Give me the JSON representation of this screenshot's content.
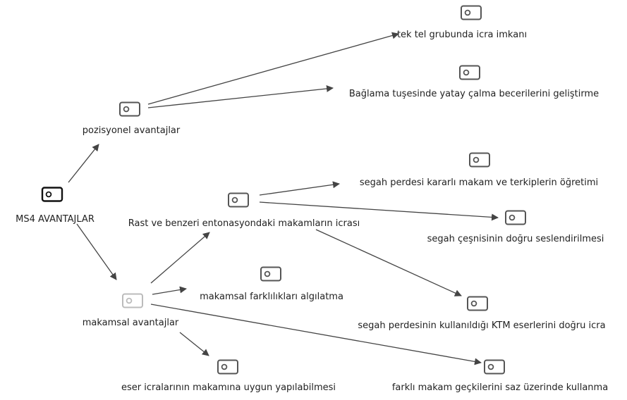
{
  "diagram": {
    "colors": {
      "edge": "#444444",
      "tag_default": "#555555",
      "tag_root": "#111111",
      "tag_faded": "#bbbbbb"
    },
    "nodes": [
      {
        "id": "root",
        "label": "MS4 AVANTAJLAR",
        "icon": "tag-icon",
        "style": "root"
      },
      {
        "id": "pozisyonel",
        "label": "pozisyonel avantajlar",
        "icon": "tag-icon",
        "style": "default"
      },
      {
        "id": "makamsal",
        "label": "makamsal avantajlar",
        "icon": "tag-icon",
        "style": "faded"
      },
      {
        "id": "tek_tel",
        "label": "tek tel grubunda icra imkanı",
        "icon": "tag-icon",
        "style": "default"
      },
      {
        "id": "baglama",
        "label": "Bağlama tuşesinde yatay çalma becerilerini geliştirme",
        "icon": "tag-icon",
        "style": "default"
      },
      {
        "id": "rast",
        "label": "Rast ve benzeri entonasyondaki makamların icrası",
        "icon": "tag-icon",
        "style": "default"
      },
      {
        "id": "segah_kararli",
        "label": "segah perdesi kararlı makam ve terkiplerin öğretimi",
        "icon": "tag-icon",
        "style": "default"
      },
      {
        "id": "segah_cesni",
        "label": "segah çeşnisinin doğru seslendirilmesi",
        "icon": "tag-icon",
        "style": "default"
      },
      {
        "id": "segah_ktm",
        "label": "segah perdesinin kullanıldığı KTM eserlerini doğru icra",
        "icon": "tag-icon",
        "style": "default"
      },
      {
        "id": "farklilik",
        "label": "makamsal farklılıkları algılatma",
        "icon": "tag-icon",
        "style": "default"
      },
      {
        "id": "eser",
        "label": "eser icralarının makamına uygun yapılabilmesi",
        "icon": "tag-icon",
        "style": "default"
      },
      {
        "id": "gecki",
        "label": "farklı makam geçkilerini saz üzerinde kullanma",
        "icon": "tag-icon",
        "style": "default"
      }
    ],
    "edges": [
      {
        "from": "root",
        "to": "pozisyonel"
      },
      {
        "from": "root",
        "to": "makamsal"
      },
      {
        "from": "pozisyonel",
        "to": "tek_tel"
      },
      {
        "from": "pozisyonel",
        "to": "baglama"
      },
      {
        "from": "makamsal",
        "to": "rast"
      },
      {
        "from": "makamsal",
        "to": "farklilik"
      },
      {
        "from": "makamsal",
        "to": "eser"
      },
      {
        "from": "makamsal",
        "to": "gecki"
      },
      {
        "from": "rast",
        "to": "segah_kararli"
      },
      {
        "from": "rast",
        "to": "segah_cesni"
      },
      {
        "from": "rast",
        "to": "segah_ktm"
      }
    ]
  }
}
